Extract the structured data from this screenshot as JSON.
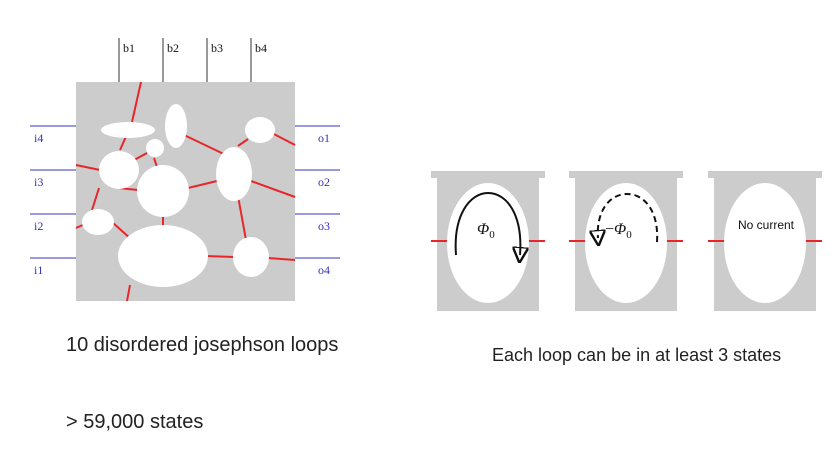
{
  "network": {
    "top_labels": [
      "b1",
      "b2",
      "b3",
      "b4"
    ],
    "left_labels": [
      "i4",
      "i3",
      "i2",
      "i1"
    ],
    "right_labels": [
      "o1",
      "o2",
      "o3",
      "o4"
    ]
  },
  "states": {
    "flux_symbol": "Φ",
    "flux_subscript": "0",
    "flux_negative_sign": "−",
    "no_current_label": "No current"
  },
  "captions": {
    "network": "10 disordered josephson loops",
    "count": "> 59,000 states",
    "states": "Each loop can be in at least 3 states"
  },
  "colors": {
    "panel_gray": "#cccccc",
    "junction_red": "#e8262a",
    "terminal_blue": "#3333bb"
  }
}
